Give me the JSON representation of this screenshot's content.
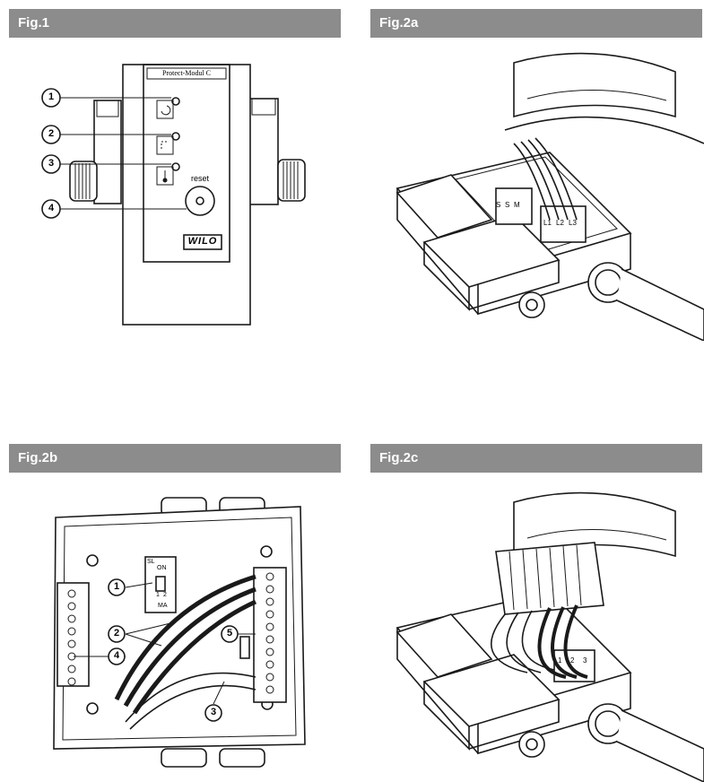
{
  "figures": {
    "fig1": {
      "title": "Fig.1",
      "module_label": "Protect-Modul C",
      "reset_label": "reset",
      "brand": "WILO",
      "callouts": [
        "1",
        "2",
        "3",
        "4"
      ]
    },
    "fig2a": {
      "title": "Fig.2a",
      "terminal_labels": [
        "S",
        "S",
        "M",
        "L1",
        "L2",
        "L3"
      ]
    },
    "fig2b": {
      "title": "Fig.2b",
      "switch_labels": [
        "ON",
        "SL",
        "MA",
        "1",
        "2"
      ],
      "callouts": [
        "1",
        "2",
        "3",
        "4",
        "5"
      ]
    },
    "fig2c": {
      "title": "Fig.2c",
      "terminal_labels": [
        "1",
        "2",
        "3"
      ]
    }
  },
  "colors": {
    "bar": "#8c8c8c",
    "line": "#1a1a1a"
  }
}
